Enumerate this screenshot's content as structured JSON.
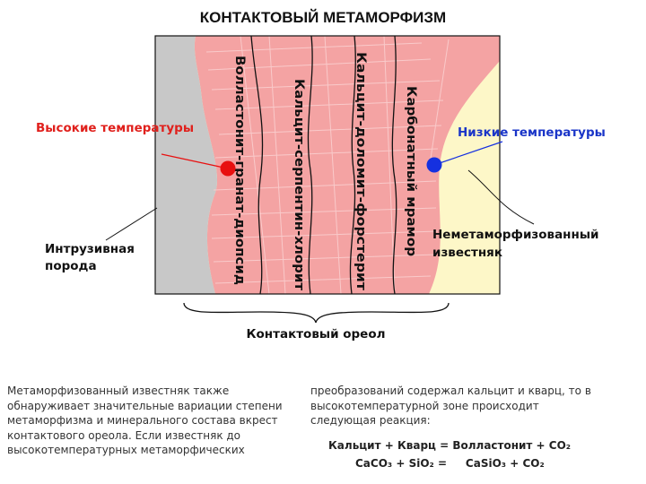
{
  "title": "КОНТАКТОВЫЙ МЕТАМОРФИЗМ",
  "labels": {
    "high_temp": "Высокие температуры",
    "low_temp": "Низкие температуры",
    "intrusive_line1": "Интрузивная",
    "intrusive_line2": "порода",
    "limestone_line1": "Неметаморфизованный",
    "limestone_line2": "известняк",
    "aureole": "Контактовый ореол"
  },
  "zones": [
    "Волластонит-гранат-диопсид",
    "Кальцит-серпентин-хлорит",
    "Кальцит-доломит-форстерит",
    "Карбонатный мрамор"
  ],
  "colors": {
    "intrusive": "#c8c8c8",
    "aureole": "#f4a3a3",
    "limestone": "#fdf7c8",
    "high_marker": "#e81010",
    "low_marker": "#1530e0",
    "high_text": "#e0201c",
    "low_text": "#1a35c8"
  },
  "text": {
    "left_paragraph": [
      "Метаморфизованный известняк также",
      "обнаруживает значительные вариации степени",
      "метаморфизма и минерального состава вкрест",
      "контактового ореола. Если известняк до",
      "высокотемпературных метаморфических"
    ],
    "right_paragraph": [
      "преобразований содержал кальцит и кварц, то в",
      "высокотемпературной зоне происходит",
      "следующая реакция:"
    ],
    "equation1": "Кальцит + Кварц = Волластонит + CO₂",
    "equation2": "CaCO₃ + SiO₂ =     CaSiO₃ + CO₂"
  }
}
